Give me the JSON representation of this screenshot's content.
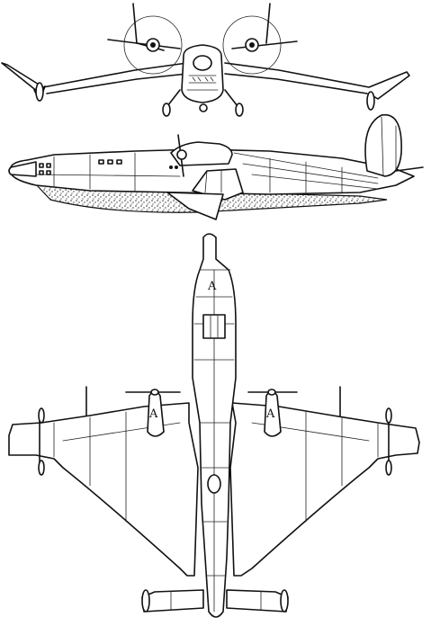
{
  "drawing": {
    "views": [
      "front",
      "side",
      "top"
    ],
    "markings": {
      "nose_letter": "A",
      "nacelle_letter_left": "A",
      "nacelle_letter_right": "A"
    },
    "line_color": "#111111",
    "background": "#ffffff"
  }
}
